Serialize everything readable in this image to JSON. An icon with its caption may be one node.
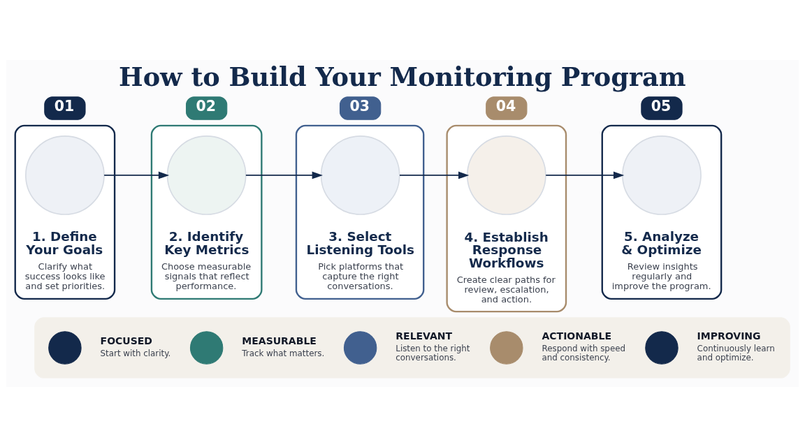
{
  "diagram": {
    "title": "How to Build Your Monitoring Program",
    "nodes": [
      {
        "text": [
          "01"
        ]
      },
      {
        "text": [
          "1. Define Your Goals",
          "Clarify what success looks like and set priorities."
        ]
      },
      {
        "text": [],
        "shape": "circle",
        "in": 1
      },
      {
        "text": [
          "02"
        ]
      },
      {
        "text": [
          "2. Identify Key Metrics",
          "Choose measurable signals that reflect performance."
        ]
      },
      {
        "text": [],
        "shape": "circle",
        "in": 4
      },
      {
        "text": [
          "03"
        ]
      },
      {
        "text": [
          "3. Select Listening Tools",
          "Pick platforms that capture the right conversations."
        ]
      },
      {
        "text": [],
        "shape": "circle",
        "in": 7
      },
      {
        "text": [
          "04"
        ]
      },
      {
        "text": [
          "4. Establish Response Workflows",
          "Create clear paths for review, escalation, and action."
        ]
      },
      {
        "text": [],
        "shape": "circle",
        "in": 10
      },
      {
        "text": [
          "05"
        ]
      },
      {
        "text": [
          "5. Analyze & Optimize",
          "Review insights regularly and improve the program."
        ]
      },
      {
        "text": [],
        "shape": "circle",
        "in": 13
      },
      {
        "text": [],
        "shape": "box"
      },
      {
        "text": [],
        "shape": "circle",
        "in": 15
      },
      {
        "text": [
          "FOCUSED",
          "Start with clarity."
        ],
        "in": 15
      },
      {
        "text": [],
        "shape": "circle",
        "in": 15
      },
      {
        "text": [
          "MEASURABLE",
          "Track what matters."
        ],
        "in": 15
      },
      {
        "text": [],
        "shape": "circle",
        "in": 15
      },
      {
        "text": [
          "RELEVANT",
          "Listen to the right conversations."
        ],
        "in": 15
      },
      {
        "text": [],
        "shape": "circle",
        "in": 15
      },
      {
        "text": [
          "ACTIONABLE",
          "Respond with speed and consistency."
        ],
        "in": 15
      },
      {
        "text": [],
        "shape": "circle",
        "in": 15
      },
      {
        "text": [
          "IMPROVING",
          "Continuously learn and optimize."
        ],
        "in": 15
      }
    ],
    "edges": [
      {
        "from": 2,
        "to": 5,
        "arrow": "to"
      },
      {
        "from": 5,
        "to": 8,
        "arrow": "to"
      },
      {
        "from": 8,
        "to": 11,
        "arrow": "to"
      },
      {
        "from": 11,
        "to": 14,
        "arrow": "to"
      }
    ]
  }
}
